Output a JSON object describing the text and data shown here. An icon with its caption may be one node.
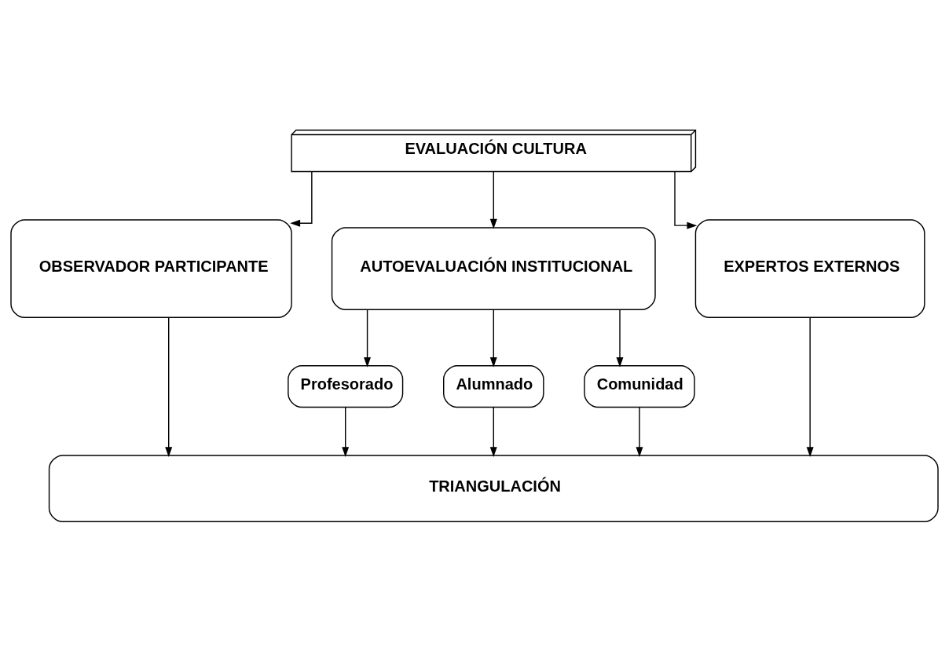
{
  "diagram": {
    "nodes": [
      {
        "text": [
          "EVALUACIÓN CULTURA"
        ]
      },
      {
        "text": [
          "OBSERVADOR PARTICIPANTE"
        ]
      },
      {
        "text": [
          "AUTOEVALUACIÓN INSTITUCIONAL"
        ]
      },
      {
        "text": [
          "EXPERTOS EXTERNOS"
        ]
      },
      {
        "text": [
          "Profesorado"
        ]
      },
      {
        "text": [
          "Alumnado"
        ]
      },
      {
        "text": [
          "Comunidad"
        ]
      },
      {
        "text": [
          "TRIANGULACIÓN"
        ]
      }
    ],
    "edges": [
      {
        "from": 0,
        "to": 1,
        "arrow": "to"
      },
      {
        "from": 0,
        "to": 2,
        "arrow": "to"
      },
      {
        "from": 0,
        "to": 3,
        "arrow": "to"
      },
      {
        "from": 2,
        "to": 4,
        "arrow": "to"
      },
      {
        "from": 2,
        "to": 5,
        "arrow": "to"
      },
      {
        "from": 2,
        "to": 6,
        "arrow": "to"
      },
      {
        "from": 1,
        "to": 7,
        "arrow": "to"
      },
      {
        "from": 4,
        "to": 7,
        "arrow": "to"
      },
      {
        "from": 5,
        "to": 7,
        "arrow": "to"
      },
      {
        "from": 6,
        "to": 7,
        "arrow": "to"
      },
      {
        "from": 3,
        "to": 7,
        "arrow": "to"
      }
    ]
  }
}
